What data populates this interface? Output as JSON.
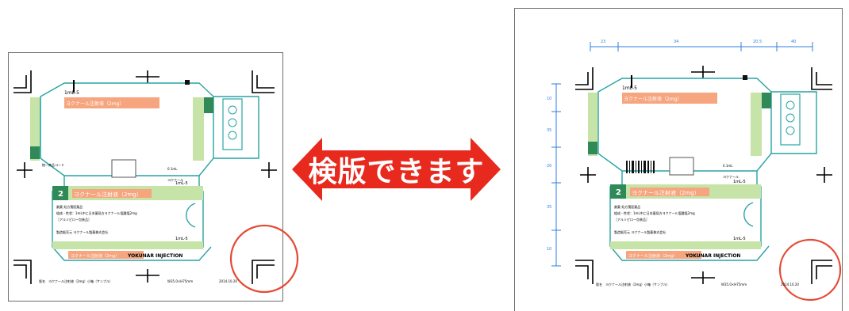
{
  "left_panel": {
    "label_volume": "1mL-5",
    "label_volume_2": "1mL-5",
    "label_volume_3": "1mL-5",
    "label_small": "0.1mL",
    "label_product": "ヨクナール注射液（2mg）",
    "label_product_2": "ヨクナール注射液（2mg）",
    "label_product_3": "ヨクナール注射液（2mg）",
    "label_number": "2",
    "label_brand": "YOKUNAR INJECTION",
    "label_info_1": "劇薬 処方箋医薬品",
    "label_info_2": "組成・性状：1mL中に日本薬局方ヨクナール塩酸塩2mg",
    "label_info_3": "［アルミピロー包装品］",
    "label_maker": "製造販売元 ヨクナール製薬株式会社",
    "footer_text": "版名　ヨクナール注射液（2mg）小箱（サンプル）",
    "footer_size": "W35.0×H75mm",
    "footer_date": "2014.10.20",
    "code_label": "統一商品コード",
    "tab_label": "ヨクナール"
  },
  "right_panel": {
    "label_volume": "1mL-5",
    "label_volume_2": "1mL-5",
    "label_volume_3": "1mL-5",
    "label_small": "0.1mL",
    "label_product": "ヨクナール注射液（2mg）",
    "label_product_2": "ヨクナール注射液（2mg）",
    "label_product_3": "ヨクナール注射液（2mg）",
    "label_number": "2",
    "label_brand": "YOKUNAR INJECTION",
    "label_info_1": "劇薬 処方箋医薬品",
    "label_info_2": "組成・性状：1mL中に日本薬局方ヨクナール塩酸塩2mg",
    "label_info_3": "［アルミピロー包装品］",
    "label_maker": "製造販売元 ヨクナール製薬株式会社",
    "footer_text": "版名　ヨクナール注射液（2mg）小箱（サンプル）",
    "footer_size": "W35.0×H75mm",
    "footer_date": "2014.10.20",
    "tab_label": "ヨクナール",
    "dim_top": [
      "23",
      "34",
      "20.5",
      "40"
    ],
    "dim_left": [
      "10",
      "35",
      "20",
      "35",
      "10"
    ]
  },
  "banner": {
    "text": "検版できます",
    "color": "#e8291e"
  },
  "colors": {
    "dieline": "#29a3a3",
    "green": "#2f8a57",
    "highlight": "#f6a57e",
    "pale_green": "#c6e3a8",
    "circle": "#e34b35",
    "dimension": "#2d7fe0"
  }
}
